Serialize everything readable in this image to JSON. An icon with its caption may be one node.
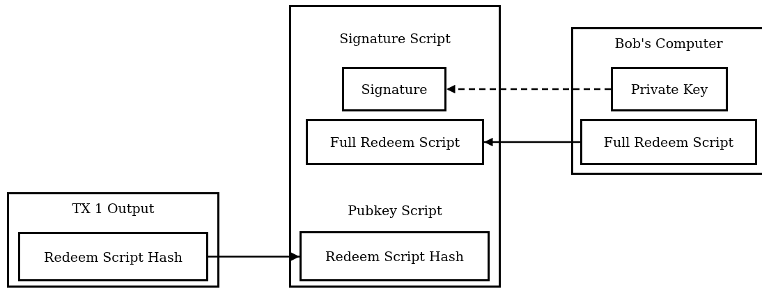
{
  "diagram": {
    "nodes": [
      {
        "text": [
          "TX 1 Output"
        ]
      },
      {
        "text": [
          "Redeem Script Hash"
        ],
        "in": 0
      },
      {
        "text": [
          "Signature Script",
          "Pubkey Script"
        ]
      },
      {
        "text": [
          "Signature"
        ],
        "in": 2
      },
      {
        "text": [
          "Full Redeem Script"
        ],
        "in": 2
      },
      {
        "text": [
          "Redeem Script Hash"
        ],
        "in": 2
      },
      {
        "text": [
          "Bob's Computer"
        ]
      },
      {
        "text": [
          "Private Key"
        ],
        "in": 6
      },
      {
        "text": [
          "Full Redeem Script"
        ],
        "in": 6
      }
    ],
    "edges": [
      {
        "from": 1,
        "to": 5,
        "arrow": "to"
      },
      {
        "from": 7,
        "to": 3,
        "arrow": "to",
        "style": "dashed"
      },
      {
        "from": 8,
        "to": 4,
        "arrow": "to"
      }
    ]
  }
}
